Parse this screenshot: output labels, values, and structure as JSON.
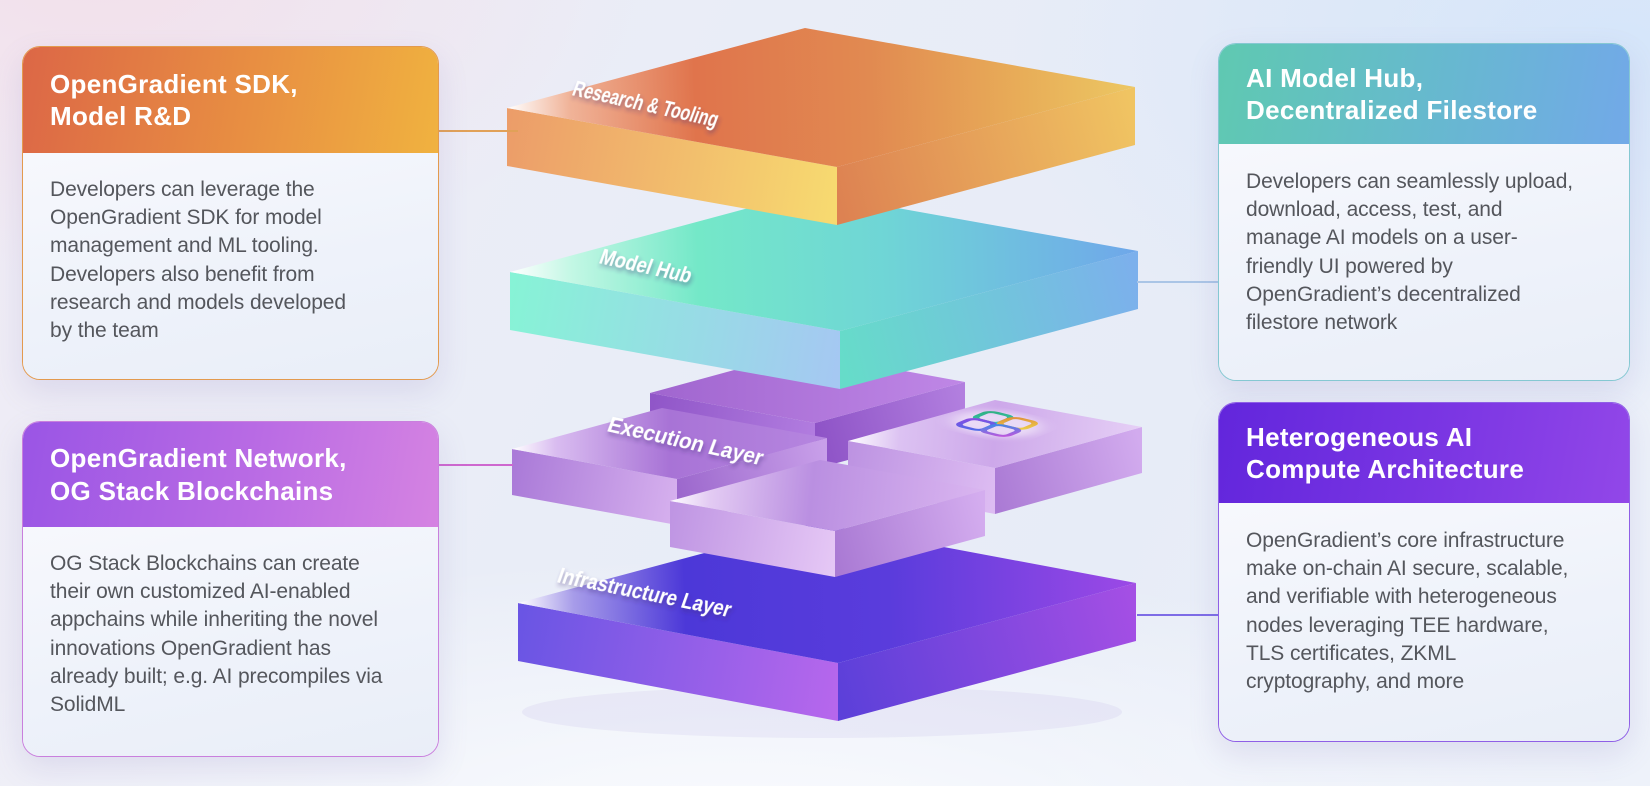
{
  "cards": [
    {
      "id": "sdk",
      "title": "OpenGradient SDK,\nModel R&D",
      "body": "Developers can leverage the OpenGradient SDK for model management and ML tooling. Developers also benefit from research and models developed by the team",
      "header_gradient_from": "#DC6746",
      "header_gradient_to": "#F0B240",
      "border_color": "#E39A4E"
    },
    {
      "id": "modelhub",
      "title": "AI Model Hub,\nDecentralized Filestore",
      "body": "Developers can seamlessly upload, download, access, test, and manage AI models on a user-friendly UI powered by OpenGradient’s decentralized filestore network",
      "header_gradient_from": "#5FC9B1",
      "header_gradient_to": "#72A9E8",
      "border_color": "#85C8D2"
    },
    {
      "id": "network",
      "title": "OpenGradient Network,\nOG Stack Blockchains",
      "body": "OG Stack Blockchains can create their own customized AI-enabled appchains while inheriting the novel innovations OpenGradient has already built; e.g. AI precompiles via SolidML",
      "header_gradient_from": "#9A55E5",
      "header_gradient_to": "#D583E2",
      "border_color": "#C97FDD"
    },
    {
      "id": "compute",
      "title": "Heterogeneous AI\nCompute Architecture",
      "body": "OpenGradient’s core infrastructure make on-chain AI secure, scalable, and verifiable with heterogeneous nodes leveraging TEE hardware, TLS certificates, ZKML cryptography, and more",
      "header_gradient_from": "#6226DC",
      "header_gradient_to": "#9247E8",
      "border_color": "#8F5FE6"
    }
  ],
  "stack": {
    "layers": [
      {
        "label": "Research & Tooling",
        "color": "#E2764C"
      },
      {
        "label": "Model Hub",
        "color": "#6FD9C8"
      },
      {
        "label": "Execution Layer",
        "color": "#A873D6"
      },
      {
        "label": "Infrastructure Layer",
        "color": "#4C38D8"
      }
    ],
    "logo_icon": "opengradient-logo-icon"
  },
  "connectors": [
    {
      "id": "sdk",
      "color": "#E1A158"
    },
    {
      "id": "modelhub",
      "color": "#AAC5E6"
    },
    {
      "id": "network",
      "color": "#CE68CF"
    },
    {
      "id": "compute",
      "color": "#7D6CE6"
    }
  ]
}
